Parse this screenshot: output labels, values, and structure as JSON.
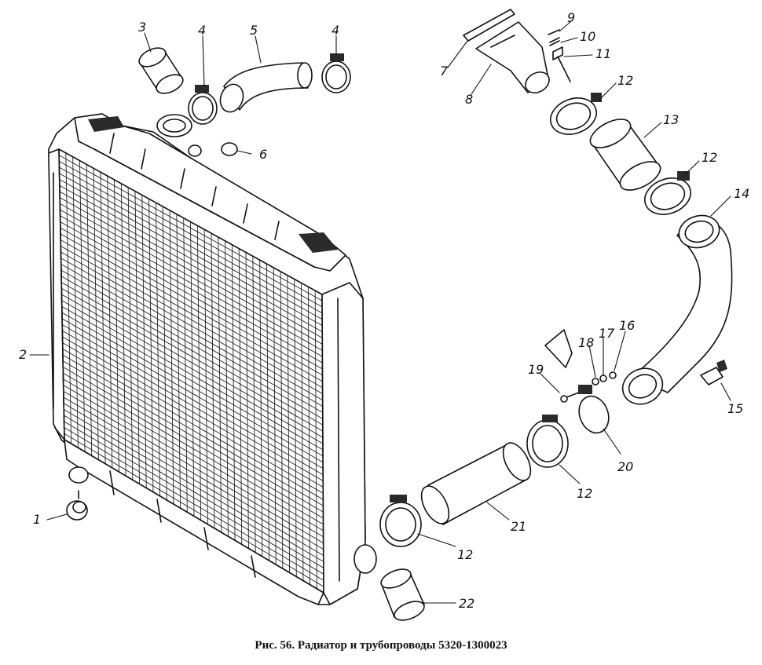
{
  "caption": "Рис. 56. Радиатор и трубопроводы 5320-1300023",
  "labels": {
    "p1": "1",
    "p2": "2",
    "p3": "3",
    "p4a": "4",
    "p4b": "4",
    "p5": "5",
    "p6": "6",
    "p7": "7",
    "p8": "8",
    "p9": "9",
    "p10": "10",
    "p11": "11",
    "p12a": "12",
    "p12b": "12",
    "p12c": "12",
    "p12d": "12",
    "p13": "13",
    "p14": "14",
    "p15": "15",
    "p16": "16",
    "p17": "17",
    "p18": "18",
    "p19": "19",
    "p20": "20",
    "p21": "21",
    "p22": "22"
  }
}
